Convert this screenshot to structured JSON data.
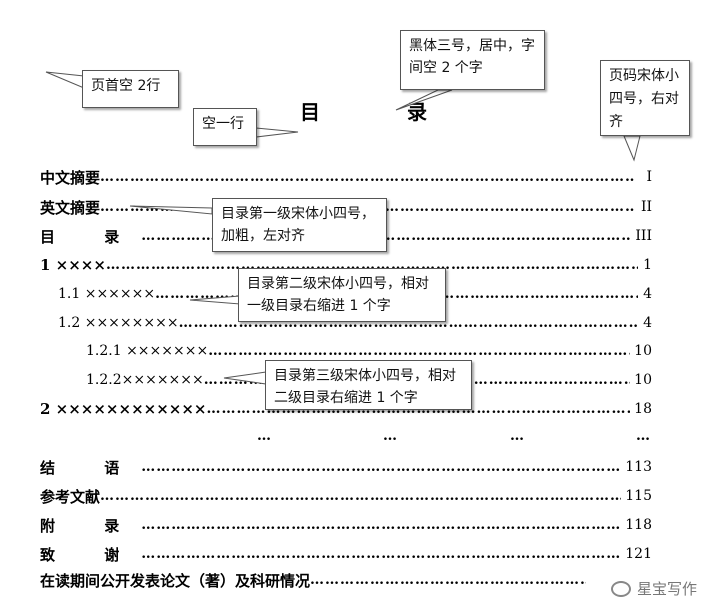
{
  "title": "目 录",
  "dot_leader": "……………………………………………………………………………………………………………………………………………………………………………",
  "toc": [
    {
      "label": "中文摘要",
      "page": "I"
    },
    {
      "label": "英文摘要",
      "page": "II"
    },
    {
      "label": "目 录",
      "page": "III"
    },
    {
      "label": "1 ××××",
      "page": "1"
    },
    {
      "label": "1.1 ××××××",
      "page": "4"
    },
    {
      "label": "1.2 ××××××××",
      "page": "4"
    },
    {
      "label": "1.2.1 ×××××××",
      "page": "10"
    },
    {
      "label": "1.2.2×××××××",
      "page": "10"
    },
    {
      "label": "2 ××××××××××××",
      "page": "18"
    },
    {
      "label": "结 语",
      "page": "113"
    },
    {
      "label": "参考文献",
      "page": "115"
    },
    {
      "label": "附 录",
      "page": "118"
    },
    {
      "label": "致 谢",
      "page": "121"
    },
    {
      "label": "在读期间公开发表论文（著）及科研情况",
      "page": ""
    }
  ],
  "ellipsis": [
    "…",
    "…",
    "…",
    "…"
  ],
  "callouts": {
    "header_space": "页首空 2行",
    "blank_line": "空一行",
    "title_style": "黑体三号，居中，字间空 2 个字",
    "page_number_style": "页码宋体小四号，右对齐",
    "level1_style": "目录第一级宋体小四号，加粗，左对齐",
    "level2_style": "目录第二级宋体小四号，相对一级目录右缩进 1 个字",
    "level3_style": "目录第三级宋体小四号，相对二级目录右缩进 1 个字"
  },
  "watermark": "星宝写作"
}
